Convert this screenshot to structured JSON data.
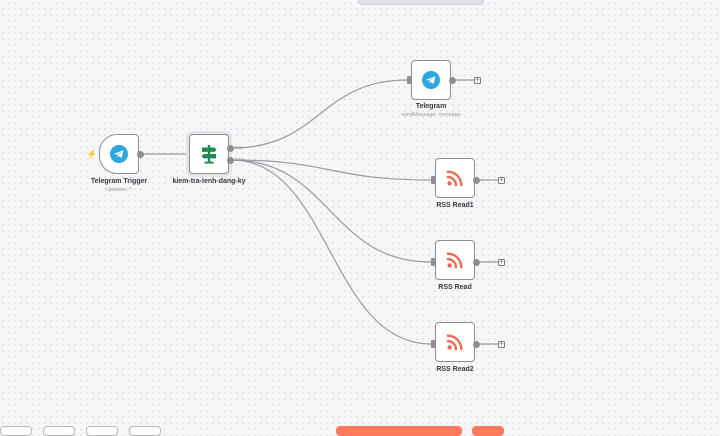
{
  "nodes": {
    "trigger": {
      "name": "Telegram Trigger",
      "subtitle": "Updates: *"
    },
    "switch": {
      "name": "kiem-tra-lenh-dang-ky",
      "output_true": "true",
      "output_false": "false"
    },
    "telegram": {
      "name": "Telegram",
      "subtitle": "sendMessage: message"
    },
    "rss1": {
      "name": "RSS Read1"
    },
    "rss": {
      "name": "RSS Read"
    },
    "rss2": {
      "name": "RSS Read2"
    }
  },
  "add_symbol": "+",
  "colors": {
    "telegram_blue": "#2ea6de",
    "rss_orange": "#ee6a4c",
    "switch_green": "#1e8a4f",
    "trigger_bolt": "#ff5c3a",
    "execute_button": "#ff7a5c",
    "edge": "#9a9a9f"
  },
  "icons": {
    "trigger": "telegram-icon",
    "telegram": "telegram-icon",
    "switch": "signpost-icon",
    "rss": "rss-icon"
  }
}
